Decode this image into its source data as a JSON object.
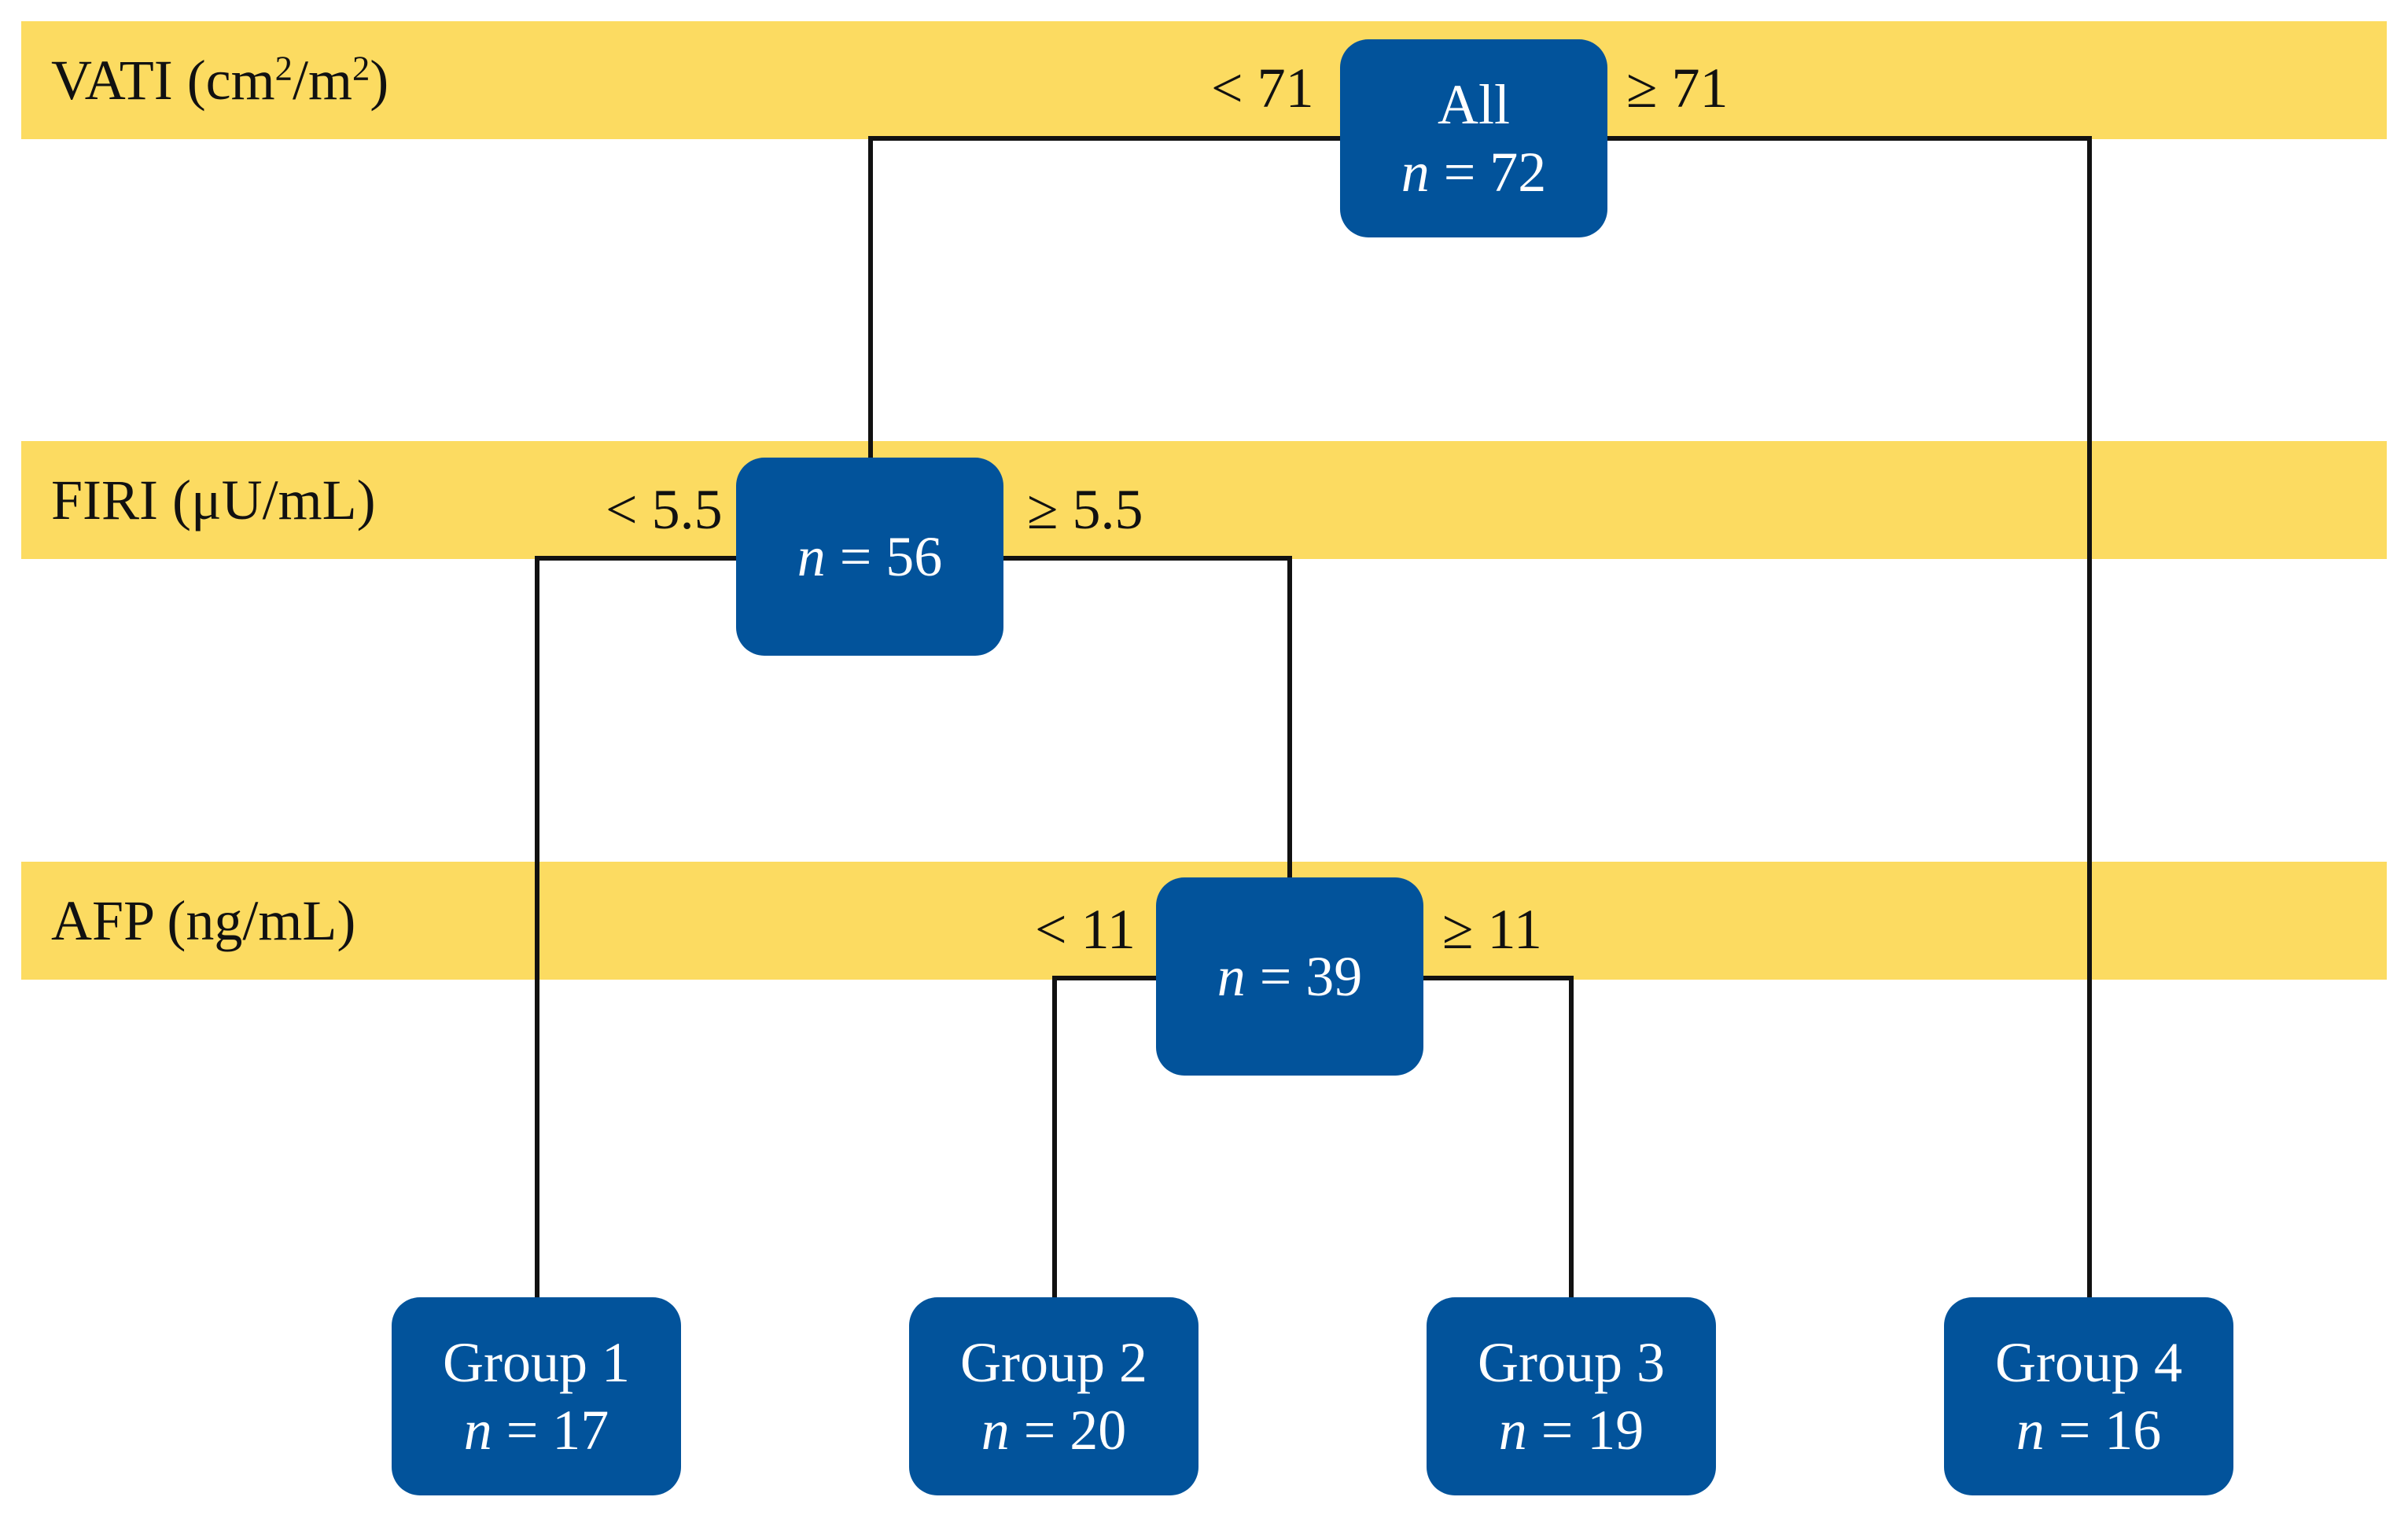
{
  "levels": [
    {
      "label": "VATI (cm",
      "unit_suffix": "/m",
      "sup1": "2",
      "sup2": "2",
      "close": ")"
    },
    {
      "label": "FIRI (μU/mL)"
    },
    {
      "label": "AFP (ng/mL)"
    }
  ],
  "nodes": {
    "root": {
      "title": "All",
      "n_prefix": "n",
      "n_text": " = 72"
    },
    "firi": {
      "n_prefix": "n",
      "n_text": " = 56"
    },
    "afp": {
      "n_prefix": "n",
      "n_text": " = 39"
    },
    "group1": {
      "title": "Group 1",
      "n_prefix": "n",
      "n_text": " = 17"
    },
    "group2": {
      "title": "Group 2",
      "n_prefix": "n",
      "n_text": " = 20"
    },
    "group3": {
      "title": "Group 3",
      "n_prefix": "n",
      "n_text": " = 19"
    },
    "group4": {
      "title": "Group 4",
      "n_prefix": "n",
      "n_text": " = 16"
    }
  },
  "splits": {
    "vati_low": "< 71",
    "vati_high": "≥ 71",
    "firi_low": "< 5.5",
    "firi_high": "≥ 5.5",
    "afp_low": "< 11",
    "afp_high": "≥ 11"
  },
  "colors": {
    "band": "#fcdb61",
    "node": "#02539b",
    "node_text": "#ffffff",
    "line": "#111111"
  }
}
